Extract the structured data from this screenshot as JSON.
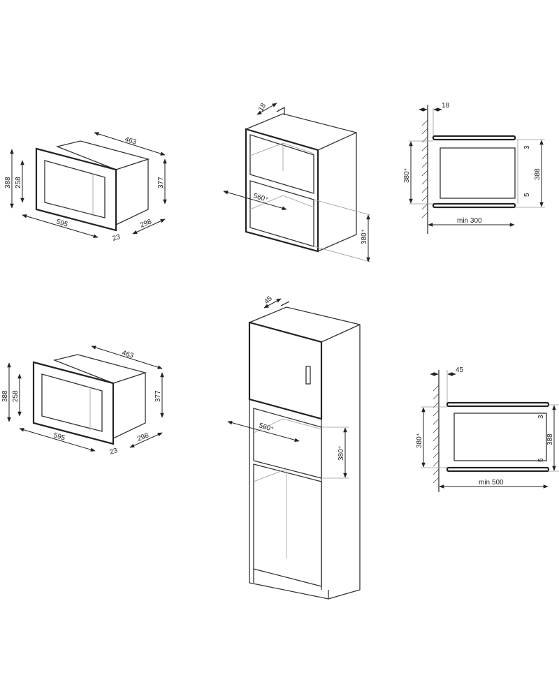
{
  "microwave_top": {
    "width_back": "463",
    "height_outer": "388",
    "height_inner": "258",
    "height_side": "377",
    "width_front": "595",
    "frame_depth": "23",
    "depth": "298"
  },
  "cabinet_top": {
    "panel": "18",
    "niche_width": "560⁺",
    "niche_height": "380⁺"
  },
  "side_top": {
    "panel": "18",
    "niche_height": "380⁺",
    "gap_top": "3",
    "total_height": "388",
    "gap_bottom": "5",
    "min_depth": "min 300"
  },
  "microwave_bottom": {
    "width_back": "463",
    "height_outer": "388",
    "height_inner": "258",
    "height_side": "377",
    "width_front": "595",
    "frame_depth": "23",
    "depth": "298"
  },
  "cabinet_tall": {
    "panel": "45",
    "niche_width": "560⁺",
    "niche_height": "380⁺"
  },
  "side_bottom": {
    "panel": "45",
    "niche_height": "380⁺",
    "gap_top": "3",
    "total_height": "388",
    "gap_bottom": "5",
    "min_depth": "min 500"
  }
}
